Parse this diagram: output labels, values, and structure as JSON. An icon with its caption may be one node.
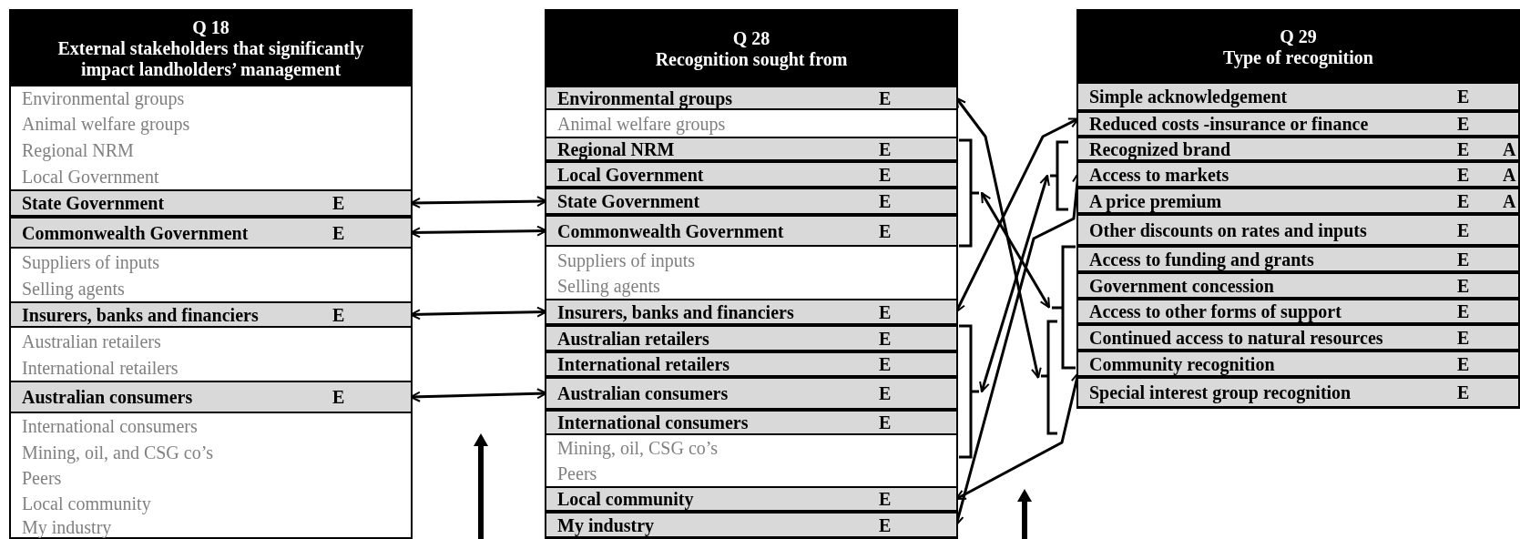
{
  "diagram": {
    "nodes": [
      {
        "text": [
          "Q 18",
          "External stakeholders that significantly impact landholders’ management"
        ]
      },
      {
        "text": [
          "Environmental groups"
        ],
        "in": 0
      },
      {
        "text": [
          "Animal welfare groups"
        ],
        "in": 0
      },
      {
        "text": [
          "Regional NRM"
        ],
        "in": 0
      },
      {
        "text": [
          "Local Government"
        ],
        "in": 0
      },
      {
        "text": [
          "State Government",
          "E"
        ],
        "in": 0
      },
      {
        "text": [
          "Commonwealth Government",
          "E"
        ],
        "in": 0
      },
      {
        "text": [
          "Suppliers of inputs"
        ],
        "in": 0
      },
      {
        "text": [
          "Selling agents"
        ],
        "in": 0
      },
      {
        "text": [
          "Insurers, banks and financiers",
          "E"
        ],
        "in": 0
      },
      {
        "text": [
          "Australian retailers"
        ],
        "in": 0
      },
      {
        "text": [
          "International retailers"
        ],
        "in": 0
      },
      {
        "text": [
          "Australian consumers",
          "E"
        ],
        "in": 0
      },
      {
        "text": [
          "International consumers"
        ],
        "in": 0
      },
      {
        "text": [
          "Mining, oil,  and CSG co’s"
        ],
        "in": 0
      },
      {
        "text": [
          "Peers"
        ],
        "in": 0
      },
      {
        "text": [
          "Local community"
        ],
        "in": 0
      },
      {
        "text": [
          "My industry"
        ],
        "in": 0
      },
      {
        "text": [
          "Q 28",
          "Recognition sought from"
        ]
      },
      {
        "text": [
          "Environmental groups",
          "E"
        ],
        "in": 18
      },
      {
        "text": [
          "Animal welfare groups"
        ],
        "in": 18
      },
      {
        "text": [
          "Regional NRM",
          "E"
        ],
        "in": 18
      },
      {
        "text": [
          "Local Government",
          "E"
        ],
        "in": 18
      },
      {
        "text": [
          "State Government",
          "E"
        ],
        "in": 18
      },
      {
        "text": [
          "Commonwealth Government",
          "E"
        ],
        "in": 18
      },
      {
        "text": [
          "Suppliers of inputs"
        ],
        "in": 18
      },
      {
        "text": [
          "Selling agents"
        ],
        "in": 18
      },
      {
        "text": [
          "Insurers, banks and financiers",
          "E"
        ],
        "in": 18
      },
      {
        "text": [
          "Australian retailers",
          "E"
        ],
        "in": 18
      },
      {
        "text": [
          "International retailers",
          "E"
        ],
        "in": 18
      },
      {
        "text": [
          "Australian consumers",
          "E"
        ],
        "in": 18
      },
      {
        "text": [
          "International consumers",
          "E"
        ],
        "in": 18
      },
      {
        "text": [
          "Mining, oil,  CSG co’s"
        ],
        "in": 18
      },
      {
        "text": [
          "Peers"
        ],
        "in": 18
      },
      {
        "text": [
          "Local community",
          "E"
        ],
        "in": 18
      },
      {
        "text": [
          "My industry",
          "E"
        ],
        "in": 18
      },
      {
        "text": [
          "Q 29",
          "Type of recognition"
        ]
      },
      {
        "text": [
          "Simple acknowledgement",
          "E"
        ],
        "in": 36
      },
      {
        "text": [
          "Reduced costs -insurance or finance",
          "E"
        ],
        "in": 36
      },
      {
        "text": [
          "Recognized brand",
          "E",
          "A"
        ],
        "in": 36
      },
      {
        "text": [
          "Access to markets",
          "E",
          "A"
        ],
        "in": 36
      },
      {
        "text": [
          "A price premium",
          "E",
          "A"
        ],
        "in": 36
      },
      {
        "text": [
          "Other discounts on rates and inputs",
          "E"
        ],
        "in": 36
      },
      {
        "text": [
          "Access to funding and grants",
          "E"
        ],
        "in": 36
      },
      {
        "text": [
          "Government concession",
          "E"
        ],
        "in": 36
      },
      {
        "text": [
          "Access to other forms of support",
          "E"
        ],
        "in": 36
      },
      {
        "text": [
          "Continued access to natural resources",
          "E"
        ],
        "in": 36
      },
      {
        "text": [
          "Community recognition",
          "E"
        ],
        "in": 36
      },
      {
        "text": [
          "Special interest group recognition",
          "E"
        ],
        "in": 36
      },
      {
        "text": [],
        "shape": "bracket"
      },
      {
        "text": [],
        "shape": "bracket"
      },
      {
        "text": [],
        "shape": "bracket"
      },
      {
        "text": [],
        "shape": "bracket"
      },
      {
        "text": [],
        "shape": "bracket"
      }
    ],
    "edges": [
      {
        "from": 5,
        "to": 23,
        "arrow": "both"
      },
      {
        "from": 6,
        "to": 24,
        "arrow": "both"
      },
      {
        "from": 9,
        "to": 27,
        "arrow": "both"
      },
      {
        "from": 12,
        "to": 30,
        "arrow": "both"
      },
      {
        "from": 19,
        "to": 51,
        "arrow": "both"
      },
      {
        "from": 49,
        "to": 53,
        "arrow": "both"
      },
      {
        "from": 27,
        "to": 38,
        "arrow": "both"
      },
      {
        "from": 50,
        "to": 52,
        "arrow": "both"
      },
      {
        "from": 35,
        "to": 40,
        "arrow": "both"
      },
      {
        "from": 34,
        "to": 47,
        "arrow": "both"
      }
    ]
  }
}
